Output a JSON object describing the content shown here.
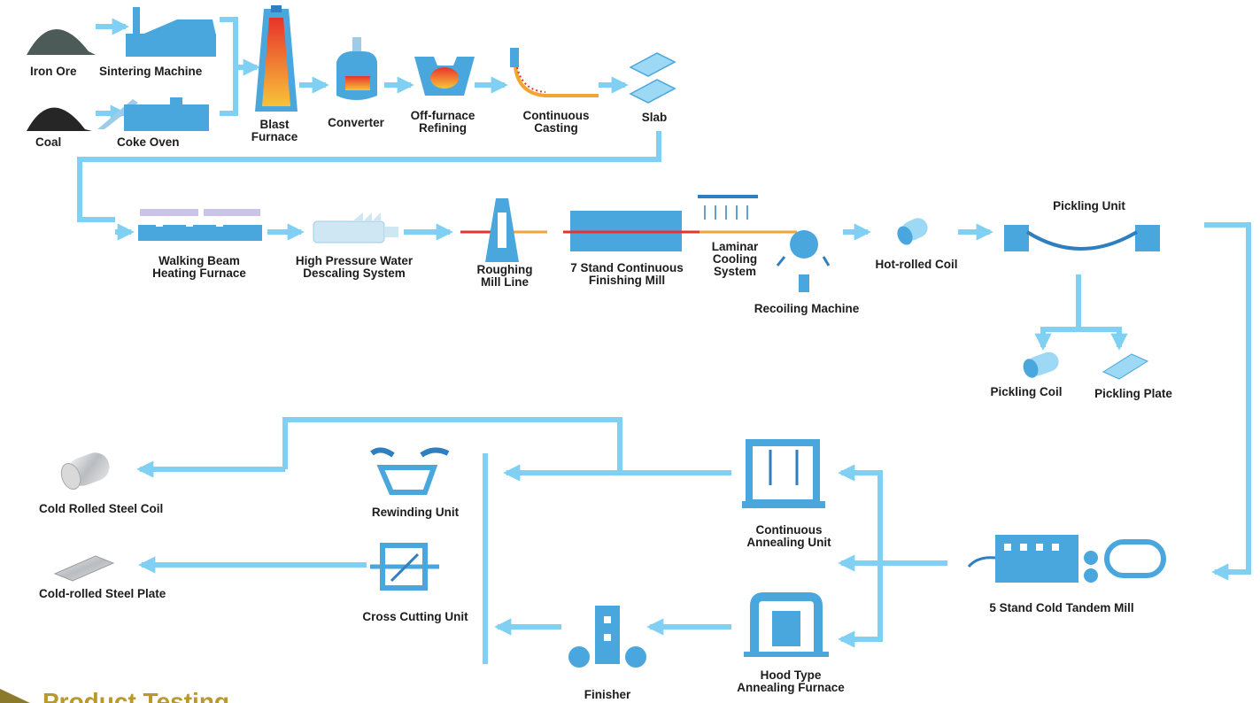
{
  "colors": {
    "line": "#7fd0f2",
    "equipment": "#4aa7dd",
    "equipment_dark": "#2f7fc0",
    "molten": "#f2a530",
    "text": "#1c1c1c"
  },
  "labels": {
    "iron_ore": "Iron Ore",
    "sintering_machine": "Sintering Machine",
    "coal": "Coal",
    "coke_oven": "Coke Oven",
    "blast_furnace_1": "Blast",
    "blast_furnace_2": "Furnace",
    "converter": "Converter",
    "off_furnace_1": "Off-furnace",
    "off_furnace_2": "Refining",
    "continuous_casting_1": "Continuous",
    "continuous_casting_2": "Casting",
    "slab": "Slab",
    "walking_beam_1": "Walking Beam",
    "walking_beam_2": "Heating Furnace",
    "descaling_1": "High Pressure Water",
    "descaling_2": "Descaling System",
    "roughing_1": "Roughing",
    "roughing_2": "Mill Line",
    "finishing_1": "7 Stand Continuous",
    "finishing_2": "Finishing Mill",
    "laminar_1": "Laminar",
    "laminar_2": "Cooling",
    "laminar_3": "System",
    "recoiling": "Recoiling Machine",
    "hot_rolled_coil": "Hot-rolled Coil",
    "pickling_unit": "Pickling Unit",
    "pickling_coil": "Pickling Coil",
    "pickling_plate": "Pickling Plate",
    "cold_tandem_mill": "5 Stand Cold Tandem Mill",
    "continuous_annealing_1": "Continuous",
    "continuous_annealing_2": "Annealing Unit",
    "hood_type_1": "Hood Type",
    "hood_type_2": "Annealing Furnace",
    "finisher": "Finisher",
    "rewinding_unit": "Rewinding Unit",
    "cross_cutting_unit": "Cross Cutting Unit",
    "cold_rolled_coil": "Cold Rolled Steel Coil",
    "cold_rolled_plate": "Cold-rolled Steel Plate"
  },
  "footer": {
    "text": "Product Testing"
  }
}
